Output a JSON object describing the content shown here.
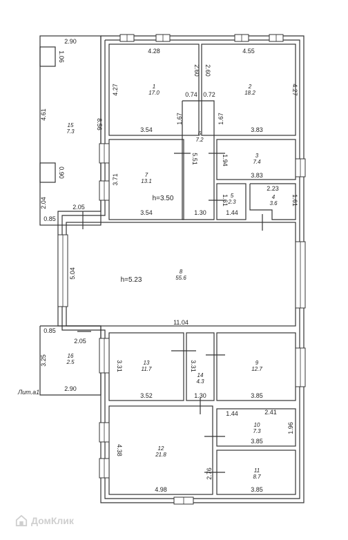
{
  "plan": {
    "rooms": [
      {
        "id": "r1",
        "num": "1",
        "area": "17.0"
      },
      {
        "id": "r2",
        "num": "2",
        "area": "18.2"
      },
      {
        "id": "r3",
        "num": "3",
        "area": "7.4"
      },
      {
        "id": "r4",
        "num": "4",
        "area": "3.6"
      },
      {
        "id": "r5",
        "num": "5",
        "area": "2.3"
      },
      {
        "id": "r6",
        "num": "6",
        "area": "7.2"
      },
      {
        "id": "r7",
        "num": "7",
        "area": "13.1"
      },
      {
        "id": "r8",
        "num": "8",
        "area": "55.6"
      },
      {
        "id": "r9",
        "num": "9",
        "area": "12.7"
      },
      {
        "id": "r10",
        "num": "10",
        "area": "7.3"
      },
      {
        "id": "r11",
        "num": "11",
        "area": "8.7"
      },
      {
        "id": "r12",
        "num": "12",
        "area": "21.8"
      },
      {
        "id": "r13",
        "num": "13",
        "area": "11.7"
      },
      {
        "id": "r14",
        "num": "14",
        "area": "4.3"
      },
      {
        "id": "r15",
        "num": "15",
        "area": "7.3"
      },
      {
        "id": "r16",
        "num": "16",
        "area": "2.5"
      }
    ],
    "dimensions": {
      "d_290_top": "2.90",
      "d_106": "1.06",
      "d_461": "4.61",
      "d_856": "8.56",
      "d_090": "0.90",
      "d_204": "2.04",
      "d_085_a": "0.85",
      "d_205_a": "2.05",
      "d_428": "4.28",
      "d_455": "4.55",
      "d_427_l": "4.27",
      "d_427_r": "4.27",
      "d_260_l": "2.60",
      "d_260_r": "2.60",
      "d_074": "0.74",
      "d_072": "0.72",
      "d_167_l": "1.67",
      "d_167_r": "1.67",
      "d_354_a": "3.54",
      "d_383_a": "3.83",
      "d_551": "5.51",
      "d_194": "1.94",
      "d_383_b": "3.83",
      "d_371": "3.71",
      "d_223": "2.23",
      "d_161_a": "1.61",
      "d_161_b": "1.61",
      "d_144_a": "1.44",
      "d_130_a": "1.30",
      "d_354_b": "3.54",
      "d_504": "5.04",
      "d_1104": "11.04",
      "d_085_b": "0.85",
      "d_205_b": "2.05",
      "d_325": "3.25",
      "d_290_bot": "2.90",
      "d_331_a": "3.31",
      "d_331_b": "3.31",
      "d_352": "3.52",
      "d_130_b": "1.30",
      "d_385_a": "3.85",
      "d_144_b": "1.44",
      "d_241": "2.41",
      "d_196": "1.96",
      "d_385_b": "3.85",
      "d_438": "4.38",
      "d_276": "2.76",
      "d_498": "4.98",
      "d_385_c": "3.85"
    },
    "heights": {
      "h1": "h=3.50",
      "h2": "h=5.23"
    },
    "annotation": "Лит.а1"
  },
  "watermark": {
    "text": "ДомКлик"
  }
}
